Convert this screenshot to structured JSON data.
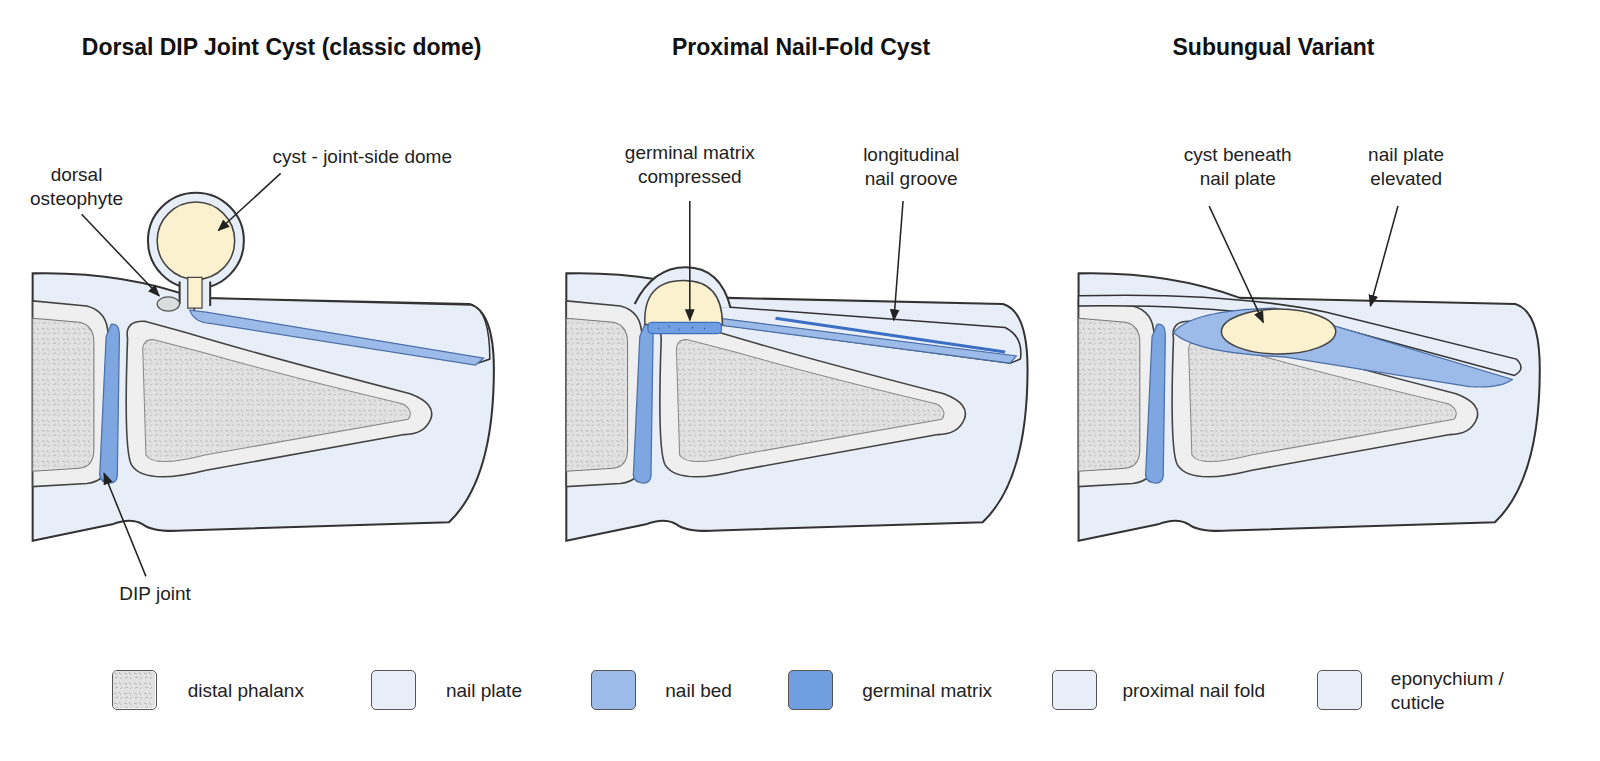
{
  "diagram": {
    "labels": [
      "Dorsal DIP Joint Cyst (classic dome)",
      "dorsal osteophyte",
      "cyst - joint-side dome",
      "DIP joint",
      "Proximal Nail-Fold Cyst",
      "germinal matrix compressed",
      "longitudinal nail groove",
      "Subungual Variant",
      "cyst beneath nail plate",
      "nail plate elevated"
    ],
    "legend": [
      {
        "text": "distal phalanx"
      },
      {
        "text": "nail plate",
        "color": "#e8eef8"
      },
      {
        "text": "nail bed",
        "color": "#9dbbe8"
      },
      {
        "text": "germinal matrix",
        "color": "#6f9fe0"
      },
      {
        "text": "proximal nail fold",
        "color": "#e8eef8"
      },
      {
        "text": "eponychium / cuticle",
        "color": "#e8eef8"
      }
    ]
  }
}
